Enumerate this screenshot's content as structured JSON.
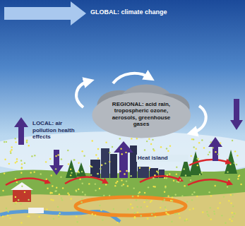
{
  "diagram": {
    "nodes": [
      {
        "text": [
          "REGIONAL: acid rain, tropospheric ozone, aerosols, greenhouse gases"
        ]
      }
    ],
    "labels": [
      "GLOBAL: climate change",
      "LOCAL: air pollution health effects",
      "Heat island"
    ]
  }
}
